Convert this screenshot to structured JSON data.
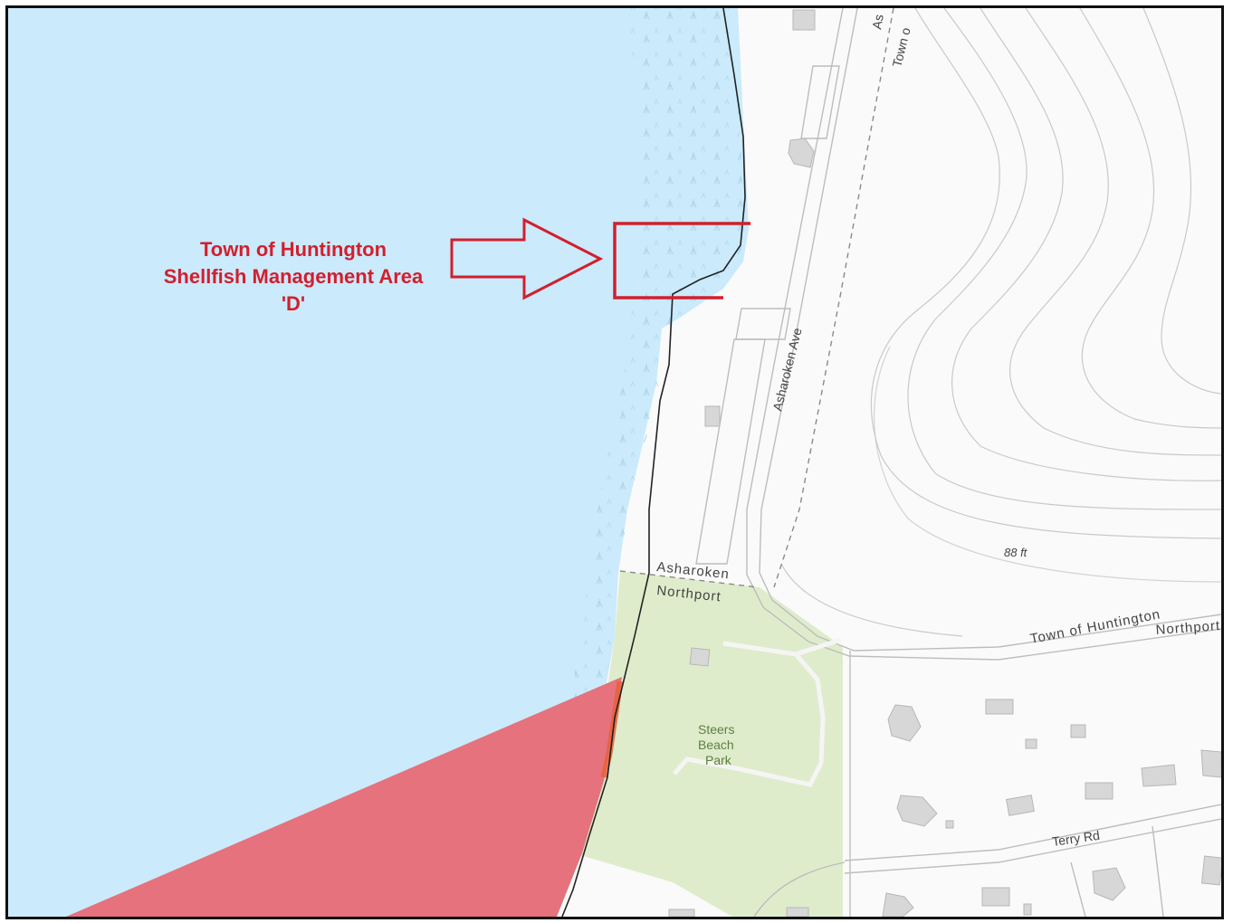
{
  "callout": {
    "line1": "Town of Huntington",
    "line2": "Shellfish Management Area",
    "line3": "'D'",
    "color": "#d21f2e"
  },
  "map": {
    "colors": {
      "water": "#cbeafb",
      "land": "#fafafa",
      "park": "#dfeccb",
      "closure_area": "#e5727c",
      "building": "#d7d7d7",
      "road_outline": "#bdbdbd",
      "contour": "#c9c9c9"
    },
    "labels": {
      "street_asharoken_ave": "Asharoken Ave",
      "top_street_partial": "As",
      "top_town_partial": "Town o",
      "boundary_asharoken": "Asharoken",
      "boundary_northport": "Northport",
      "elevation": "88 ft",
      "boundary_town_of_huntington": "Town of Huntington",
      "boundary_northport_right": "Northport",
      "park_line1": "Steers",
      "park_line2": "Beach",
      "park_line3": "Park",
      "street_terry_rd": "Terry Rd"
    }
  }
}
